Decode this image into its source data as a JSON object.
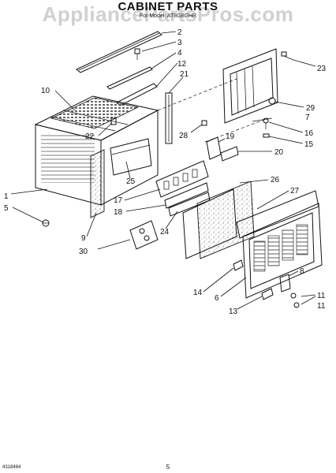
{
  "watermark": "AppliancePartsPros.com",
  "title": "CABINET PARTS",
  "subtitle": "For Model: AT8G8GHR",
  "footer_code": "4318484",
  "page_number": "5",
  "callouts": [
    "1",
    "2",
    "3",
    "4",
    "5",
    "6",
    "7",
    "8",
    "9",
    "10",
    "11",
    "11",
    "12",
    "13",
    "14",
    "15",
    "16",
    "17",
    "18",
    "19",
    "20",
    "21",
    "22",
    "23",
    "24",
    "25",
    "26",
    "27",
    "28",
    "29",
    "30"
  ]
}
